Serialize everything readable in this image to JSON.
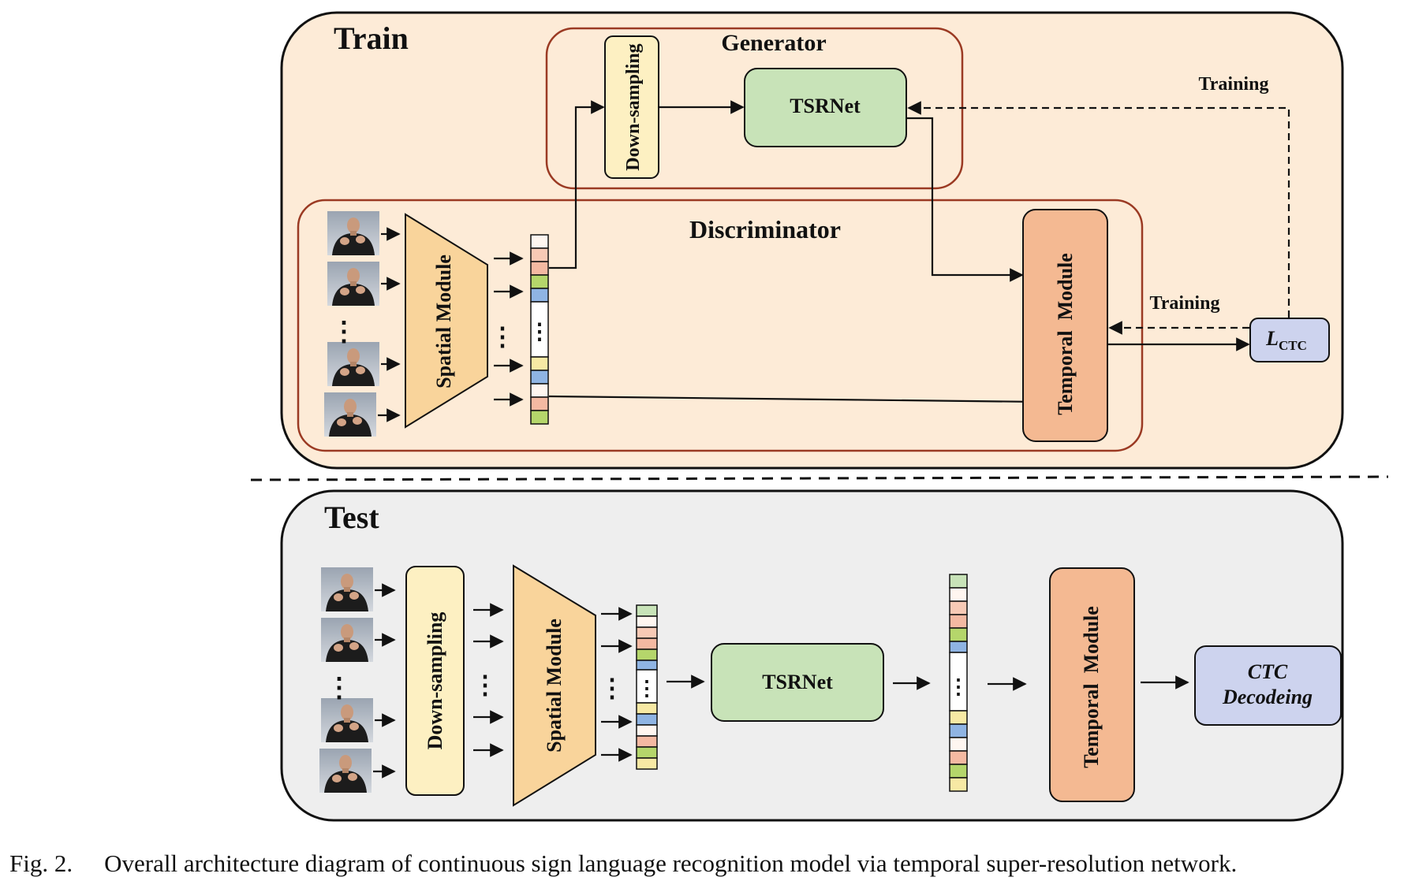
{
  "train": {
    "title": "Train",
    "generator_label": "Generator",
    "downsampling_label": "Down-sampling",
    "tsrnet_label": "TSRNet",
    "discriminator_label": "Discriminator",
    "spatial_label": "Spatial Module",
    "temporal_label": "Temporal  Module",
    "loss_main": "L",
    "loss_sub": "CTC",
    "training_label_top": "Training",
    "training_label_mid": "Training",
    "ellipsis": "⋮"
  },
  "test": {
    "title": "Test",
    "downsampling_label": "Down-sampling",
    "spatial_label": "Spatial Module",
    "tsrnet_label": "TSRNet",
    "temporal_label": "Temporal  Module",
    "ctc_line1": "CTC",
    "ctc_line2": "Decodeing",
    "ellipsis": "⋮"
  },
  "caption": {
    "fig_label": "Fig. 2.",
    "text": "Overall architecture diagram of continuous sign language recognition model via temporal super-resolution network."
  },
  "colors": {
    "train_bg": "#fdebd7",
    "test_bg": "#eeeeee",
    "generator_border": "#9b3a23",
    "downsampling_fill": "#fdf0c2",
    "tsrnet_fill": "#c8e3b8",
    "spatial_fill": "#f9d49b",
    "temporal_fill": "#f4b992",
    "loss_fill": "#cdd3ee",
    "feature_colors": [
      "#fff6f0",
      "#f7c9b5",
      "#f4b9a2",
      "#b5d66b",
      "#8fb4e3",
      "#f7e9a4"
    ]
  }
}
